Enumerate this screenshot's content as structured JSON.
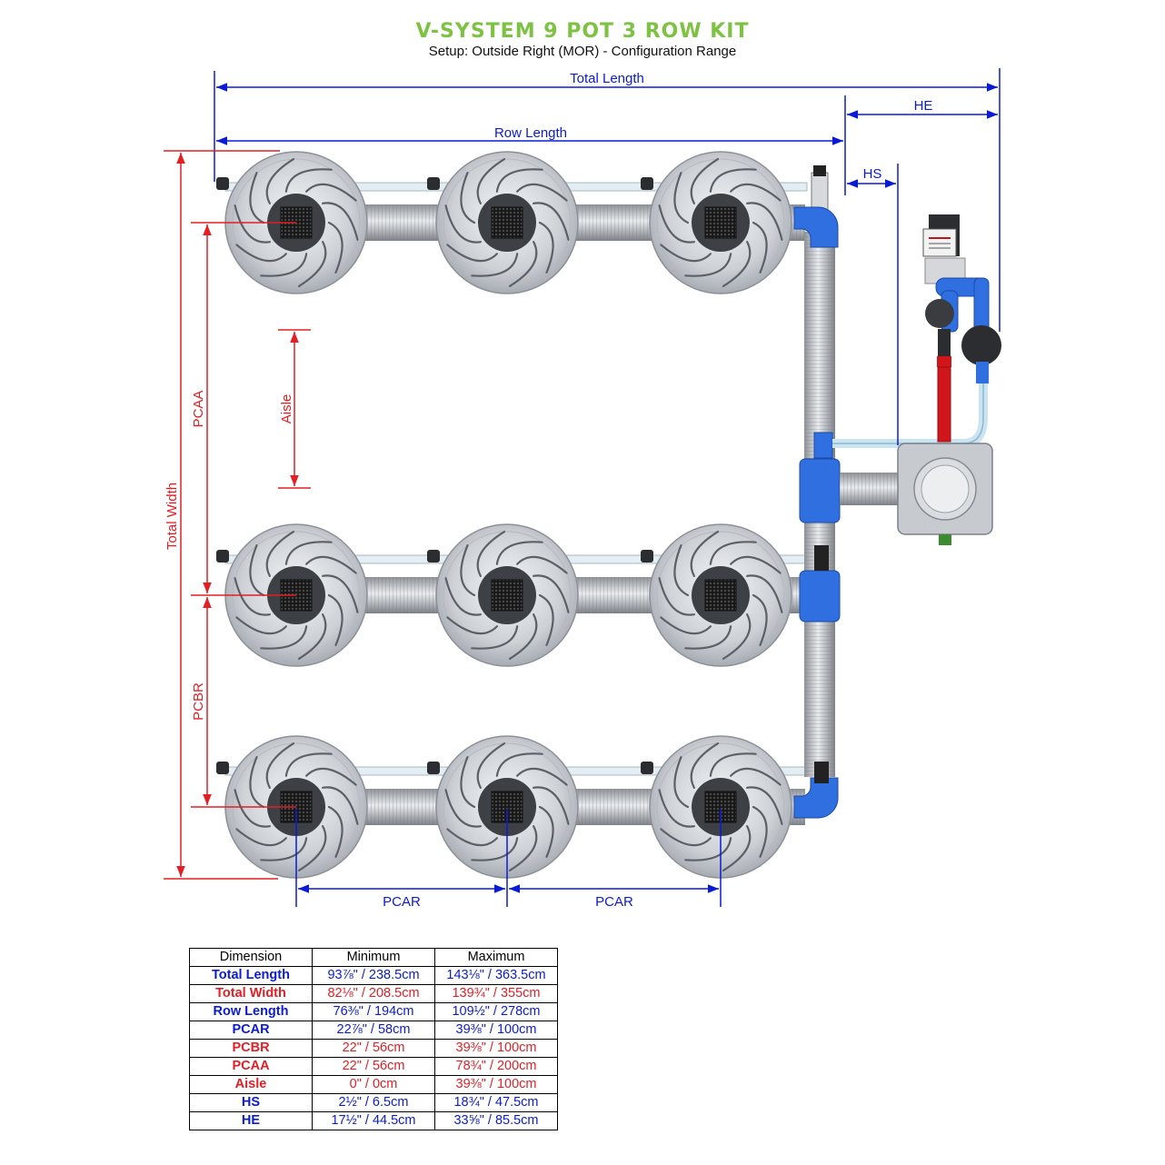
{
  "title": "V-SYSTEM 9 POT 3 ROW KIT",
  "subtitle": "Setup: Outside Right (MOR) - Configuration Range",
  "labels": {
    "total_length": "Total Length",
    "row_length": "Row Length",
    "he": "HE",
    "hs": "HS",
    "total_width": "Total Width",
    "pcaa": "PCAA",
    "aisle": "Aisle",
    "pcbr": "PCBR",
    "pcar_1": "PCAR",
    "pcar_2": "PCAR"
  },
  "colors": {
    "blue_dim": "#0a1bd6",
    "red_dim": "#e31e24",
    "title_green": "#7dc242",
    "pipe_blue": "#2f6fe0",
    "pipe_red": "#d0161b"
  },
  "table": {
    "headers": [
      "Dimension",
      "Minimum",
      "Maximum"
    ],
    "rows": [
      {
        "name": "Total Length",
        "min": "93⅞\" / 238.5cm",
        "max": "143⅛\" / 363.5cm",
        "color": "blue"
      },
      {
        "name": "Total Width",
        "min": "82⅛\" / 208.5cm",
        "max": "139¾\" / 355cm",
        "color": "red"
      },
      {
        "name": "Row Length",
        "min": "76⅜\" / 194cm",
        "max": "109½\" / 278cm",
        "color": "blue"
      },
      {
        "name": "PCAR",
        "min": "22⅞\" / 58cm",
        "max": "39⅜\" / 100cm",
        "color": "blue"
      },
      {
        "name": "PCBR",
        "min": "22\" / 56cm",
        "max": "39⅜\" / 100cm",
        "color": "red"
      },
      {
        "name": "PCAA",
        "min": "22\" / 56cm",
        "max": "78¾\" / 200cm",
        "color": "red"
      },
      {
        "name": "Aisle",
        "min": "0\" / 0cm",
        "max": "39⅜\" / 100cm",
        "color": "red"
      },
      {
        "name": "HS",
        "min": "2½\" / 6.5cm",
        "max": "18¾\" / 47.5cm",
        "color": "blue"
      },
      {
        "name": "HE",
        "min": "17½\" / 44.5cm",
        "max": "33⅝\" / 85.5cm",
        "color": "blue"
      }
    ]
  }
}
